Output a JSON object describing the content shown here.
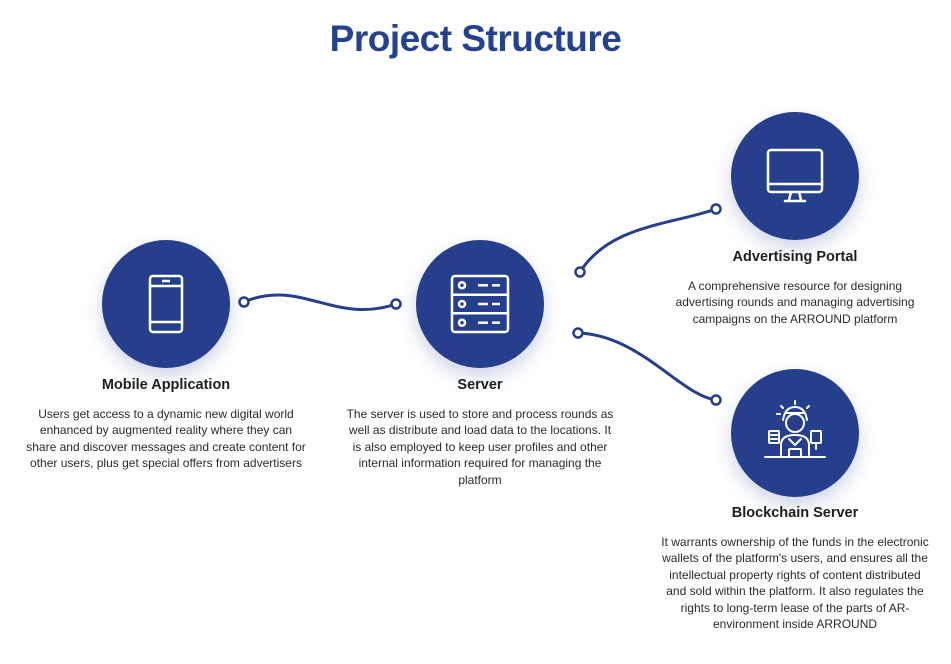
{
  "title": "Project Structure",
  "nodes": [
    {
      "id": "mobile",
      "icon": "smartphone-icon",
      "label": "Mobile Application",
      "description": "Users get access to a dynamic new digital world enhanced by augmented reality where they can share and discover messages and create content for other users, plus get special offers from advertisers"
    },
    {
      "id": "server",
      "icon": "server-rack-icon",
      "label": "Server",
      "description": "The server is used to store and process rounds as well as distribute and load data to the locations. It is also employed to keep user profiles and other internal information required for managing the platform"
    },
    {
      "id": "portal",
      "icon": "desktop-monitor-icon",
      "label": "Advertising Portal",
      "description": "A comprehensive resource for designing advertising rounds and managing advertising campaigns on the ARROUND platform"
    },
    {
      "id": "blockchain",
      "icon": "worker-person-icon",
      "label": "Blockchain Server",
      "description": "It warrants ownership of the funds in the electronic wallets of the platform's users, and ensures all the intellectual property rights of content distributed and sold within the platform. It also regulates the rights to long-term lease of the parts of AR-environment inside ARROUND"
    }
  ],
  "colors": {
    "accent": "#253f8c",
    "title": "#24428f",
    "connector": "#253f8c"
  }
}
